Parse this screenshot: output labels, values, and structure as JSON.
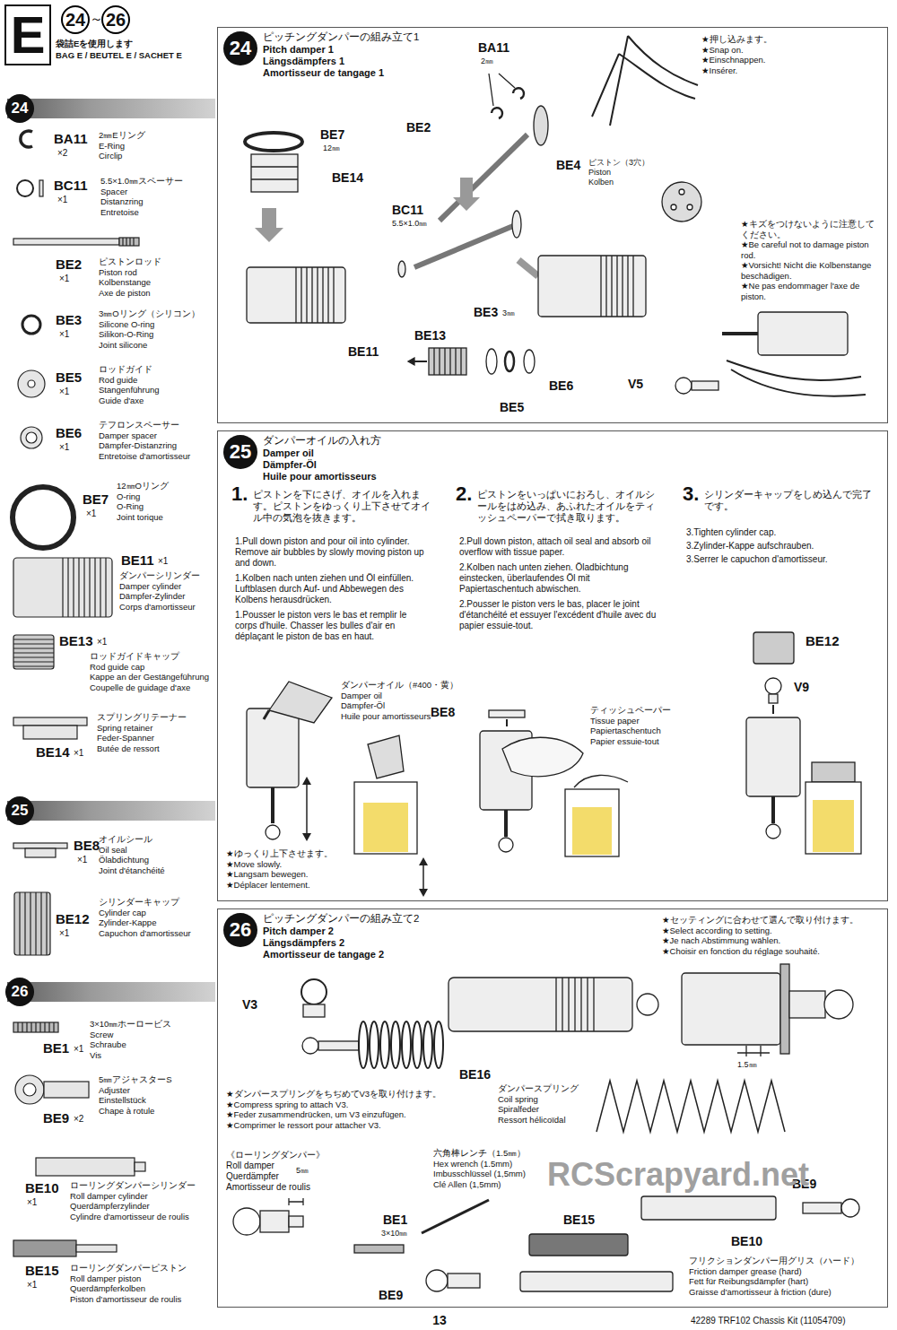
{
  "diagram": {
    "nodes": [
      {
        "text": [
          "E"
        ]
      },
      {
        "text": [
          "24"
        ]
      },
      {
        "text": [
          "25"
        ]
      },
      {
        "text": [
          "26"
        ]
      },
      {
        "text": [
          "24",
          "ピッチングダンパーの組み立て1",
          "Pitch damper 1",
          "Längsdämpfers 1",
          "Amortisseur de tangage 1"
        ]
      },
      {
        "text": [
          "25",
          "ダンパーオイルの入れ方",
          "Damper oil",
          "Dämpfer-Öl",
          "Huile pour amortisseurs"
        ]
      },
      {
        "text": [
          "26",
          "ピッチングダンパーの組み立て2",
          "Pitch damper 2",
          "Längsdämpfers 2",
          "Amortisseur de tangage 2"
        ]
      }
    ],
    "labels": [
      "24",
      "～",
      "26",
      "袋詰Eを使用します",
      "BAG E / BEUTEL E / SACHET E",
      "BA11",
      "×2",
      "2㎜Eリング",
      "E-Ring",
      "Circlip",
      "BC11",
      "×1",
      "5.5×1.0㎜スペーサー",
      "Spacer",
      "Distanzring",
      "Entretoise",
      "BE2",
      "×1",
      "ピストンロッド",
      "Piston rod",
      "Kolbenstange",
      "Axe de piston",
      "BE3",
      "×1",
      "3㎜Oリング（シリコン）",
      "Silicone O-ring",
      "Silikon-O-Ring",
      "Joint silicone",
      "BE5",
      "×1",
      "ロッドガイド",
      "Rod guide",
      "Stangenführung",
      "Guide d'axe",
      "BE6",
      "×1",
      "テフロンスペーサー",
      "Damper spacer",
      "Dämpfer-Distanzring",
      "Entretoise d'amortisseur",
      "BE7",
      "×1",
      "12㎜Oリング",
      "O-ring",
      "O-Ring",
      "Joint torique",
      "BE11",
      "×1",
      "ダンパーシリンダー",
      "Damper cylinder",
      "Dämpfer-Zylinder",
      "Corps d'amortisseur",
      "BE13",
      "×1",
      "ロッドガイドキャップ",
      "Rod guide cap",
      "Kappe an der Gestängeführung",
      "Coupelle de guidage d'axe",
      "スプリングリテーナー",
      "Spring retainer",
      "Feder-Spanner",
      "Butée de ressort",
      "BE14",
      "×1",
      "BE8",
      "×1",
      "オイルシール",
      "Oil seal",
      "Ölabdichtung",
      "Joint d'étanchéité",
      "BE12",
      "×1",
      "シリンダーキャップ",
      "Cylinder cap",
      "Zylinder-Kappe",
      "Capuchon d'amortisseur",
      "3×10㎜ホーロービス",
      "Screw",
      "Schraube",
      "Vis",
      "BE1",
      "×1",
      "5㎜アジャスターS",
      "Adjuster",
      "Einstellstück",
      "Chape à rotule",
      "BE9",
      "×2",
      "BE10",
      "×1",
      "ローリングダンパーシリンダー",
      "Roll damper cylinder",
      "Querdämpferzylinder",
      "Cylindre d'amortisseur de roulis",
      "BE15",
      "×1",
      "ローリングダンパーピストン",
      "Roll damper piston",
      "Querdämpferkolben",
      "Piston d'amortisseur de roulis",
      "BA11",
      "2㎜",
      "★押し込みます。",
      "★Snap on.",
      "★Einschnappen.",
      "★Insérer.",
      "BE7",
      "12㎜",
      "BE2",
      "BE14",
      "BE4",
      "ピストン（3穴）",
      "Piston",
      "Kolben",
      "BC11",
      "5.5×1.0㎜",
      "★キズをつけないように注意してください。",
      "★Be careful not to damage piston rod.",
      "★Vorsicht! Nicht die Kolbenstange beschädigen.",
      "★Ne pas endommager l'axe de piston.",
      "BE3",
      "3㎜",
      "BE13",
      "BE11",
      "BE6",
      "BE5",
      "V5",
      "1.",
      "ピストンを下にさげ、オイルを入れます。ピストンをゆっくり上下させてオイル中の気泡を抜きます。",
      "1.Pull down piston and pour oil into cylinder. Remove air bubbles by slowly moving piston up and down.",
      "1.Kolben nach unten ziehen und Öl einfüllen. Luftblasen durch Auf- und Abbewegen des Kolbens herausdrücken.",
      "1.Pousser le piston vers le bas et remplir le corps d'huile. Chasser les bulles d'air en déplaçant le piston de bas en haut.",
      "2.",
      "ピストンをいっぱいにおろし、オイルシールをはめ込み、あふれたオイルをティッシュペーパーで拭き取ります。",
      "2.Pull down piston, attach oil seal and absorb oil overflow with tissue paper.",
      "2.Kolben nach unten ziehen. Öladbichtung einstecken, überlaufendes Öl mit Papiertaschentuch abwischen.",
      "2.Pousser le piston vers le bas, placer le joint d'étanchéité et essuyer l'excédent d'huile avec du papier essuie-tout.",
      "3.",
      "シリンダーキャップをしめ込んで完了です。",
      "3.Tighten cylinder cap.",
      "3.Zylinder-Kappe aufschrauben.",
      "3.Serrer le capuchon d'amortisseur.",
      "ダンパーオイル（#400・黄）",
      "Damper oil",
      "Dämpfer-Öl",
      "Huile pour amortisseurs",
      "BE8",
      "ティッシュペーパー",
      "Tissue paper",
      "Papiertaschentuch",
      "Papier essuie-tout",
      "BE12",
      "V9",
      "★ゆっくり上下させます。",
      "★Move slowly.",
      "★Langsam bewegen.",
      "★Déplacer lentement.",
      "★セッティングに合わせて選んで取り付けます。",
      "★Select according to setting.",
      "★Je nach Abstimmung wählen.",
      "★Choisir en fonction du réglage souhaité.",
      "V3",
      "BE16",
      "ダンパースプリング",
      "Coil spring",
      "Spiralfeder",
      "Ressort hélicoïdal",
      "1.5㎜",
      "★ダンパースプリングをちぢめてV3を取り付けます。",
      "★Compress spring to attach V3.",
      "★Feder zusammendrücken, um V3 einzufügen.",
      "★Comprimer le ressort pour attacher V3.",
      "《ローリングダンパー》",
      "Roll damper",
      "Querdämpfer",
      "Amortisseur de roulis",
      "5㎜",
      "BE1",
      "3×10㎜",
      "六角棒レンチ（1.5㎜）",
      "Hex wrench (1.5mm)",
      "Imbusschlüssel (1,5mm)",
      "Clé Allen (1,5mm)",
      "BE15",
      "BE9",
      "BE10",
      "BE9",
      "フリクションダンパー用グリス（ハード）",
      "Friction damper grease (hard)",
      "Fett für Reibungsdämpfer (hart)",
      "Graisse d'amortisseur à friction (dure)",
      "RCScrapyard.net",
      "13",
      "42289 TRF102 Chassis Kit (11054709)"
    ]
  }
}
